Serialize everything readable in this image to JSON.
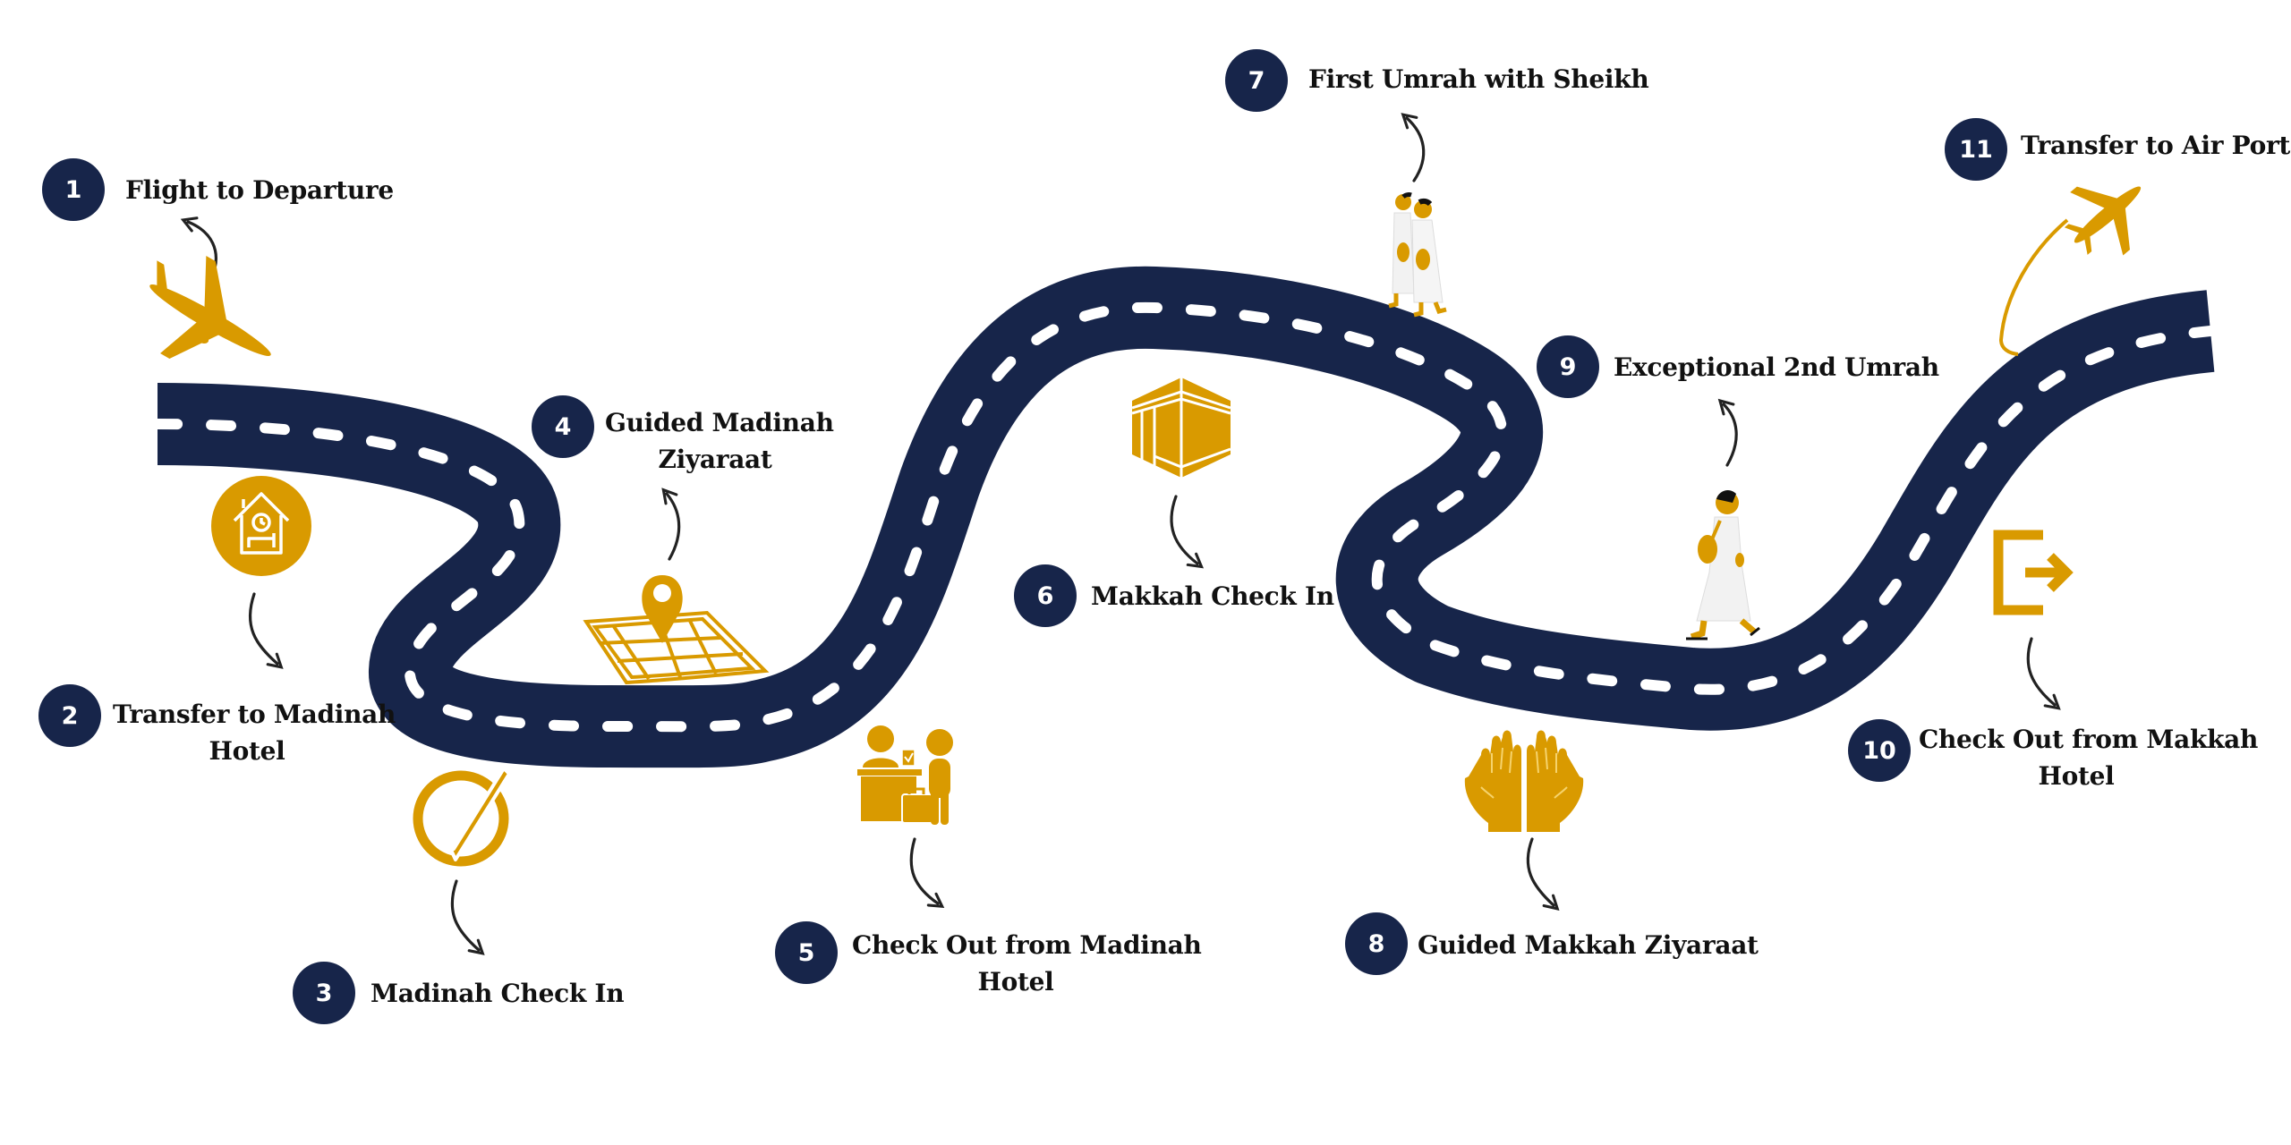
{
  "title": "Umrah Journey Roadmap",
  "colors": {
    "road": "#17254a",
    "lane_marking": "#ffffff",
    "accent_gold": "#d99a00",
    "badge": "#17254a",
    "badge_text": "#ffffff",
    "label_text": "#111111",
    "arrow": "#222222"
  },
  "steps": [
    {
      "number": "1",
      "label_lines": [
        "Flight to Departure"
      ],
      "icon": "airplane-landing-icon"
    },
    {
      "number": "2",
      "label_lines": [
        "Transfer to Madinah",
        "Hotel"
      ],
      "icon": "hotel-clock-icon"
    },
    {
      "number": "3",
      "label_lines": [
        "Madinah Check In"
      ],
      "icon": "checkmark-circle-icon"
    },
    {
      "number": "4",
      "label_lines": [
        "Guided Madinah",
        "Ziyaraat"
      ],
      "icon": "map-pin-icon"
    },
    {
      "number": "5",
      "label_lines": [
        "Check Out from Madinah",
        "Hotel"
      ],
      "icon": "reception-desk-icon"
    },
    {
      "number": "6",
      "label_lines": [
        "Makkah Check In"
      ],
      "icon": "kaaba-icon"
    },
    {
      "number": "7",
      "label_lines": [
        "First Umrah with Sheikh"
      ],
      "icon": "pilgrims-walking-icon"
    },
    {
      "number": "8",
      "label_lines": [
        "Guided Makkah Ziyaraat"
      ],
      "icon": "praying-hands-icon"
    },
    {
      "number": "9",
      "label_lines": [
        "Exceptional 2nd Umrah"
      ],
      "icon": "pilgrim-walking-icon"
    },
    {
      "number": "10",
      "label_lines": [
        "Check Out from Makkah",
        "Hotel"
      ],
      "icon": "exit-icon"
    },
    {
      "number": "11",
      "label_lines": [
        "Transfer to Air Port"
      ],
      "icon": "airplane-takeoff-icon"
    }
  ]
}
